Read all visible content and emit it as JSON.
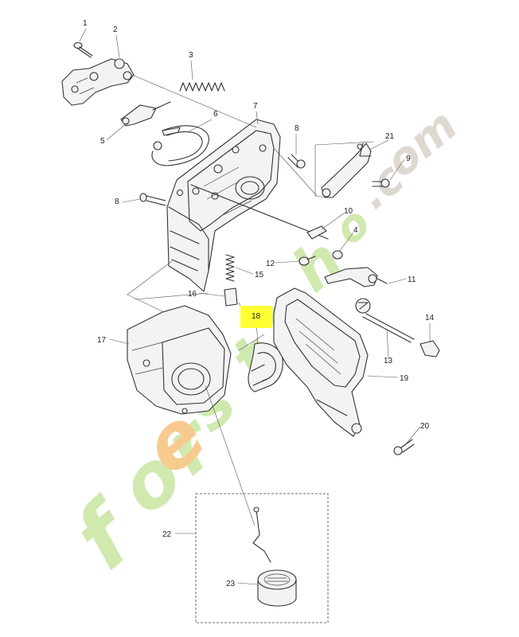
{
  "watermark": {
    "text": "forestshop.com",
    "colors": {
      "f": "#c8e6a0",
      "o": "#f6c27d",
      "rest": "#c8e6a0",
      "tail": "#d9d2c8"
    }
  },
  "callouts": [
    {
      "id": "c1",
      "label": "1"
    },
    {
      "id": "c2",
      "label": "2"
    },
    {
      "id": "c3",
      "label": "3"
    },
    {
      "id": "c4",
      "label": "4"
    },
    {
      "id": "c5",
      "label": "5"
    },
    {
      "id": "c6",
      "label": "6"
    },
    {
      "id": "c7",
      "label": "7"
    },
    {
      "id": "c8a",
      "label": "8"
    },
    {
      "id": "c8b",
      "label": "8"
    },
    {
      "id": "c9",
      "label": "9"
    },
    {
      "id": "c10",
      "label": "10"
    },
    {
      "id": "c11",
      "label": "11"
    },
    {
      "id": "c12",
      "label": "12"
    },
    {
      "id": "c13",
      "label": "13"
    },
    {
      "id": "c14",
      "label": "14"
    },
    {
      "id": "c15",
      "label": "15"
    },
    {
      "id": "c16",
      "label": "16"
    },
    {
      "id": "c17",
      "label": "17"
    },
    {
      "id": "c18",
      "label": "18",
      "highlighted": true
    },
    {
      "id": "c19",
      "label": "19"
    },
    {
      "id": "c20",
      "label": "20"
    },
    {
      "id": "c21",
      "label": "21"
    },
    {
      "id": "c22",
      "label": "22"
    },
    {
      "id": "c23",
      "label": "23"
    }
  ],
  "highlight_color": "#ffff33"
}
